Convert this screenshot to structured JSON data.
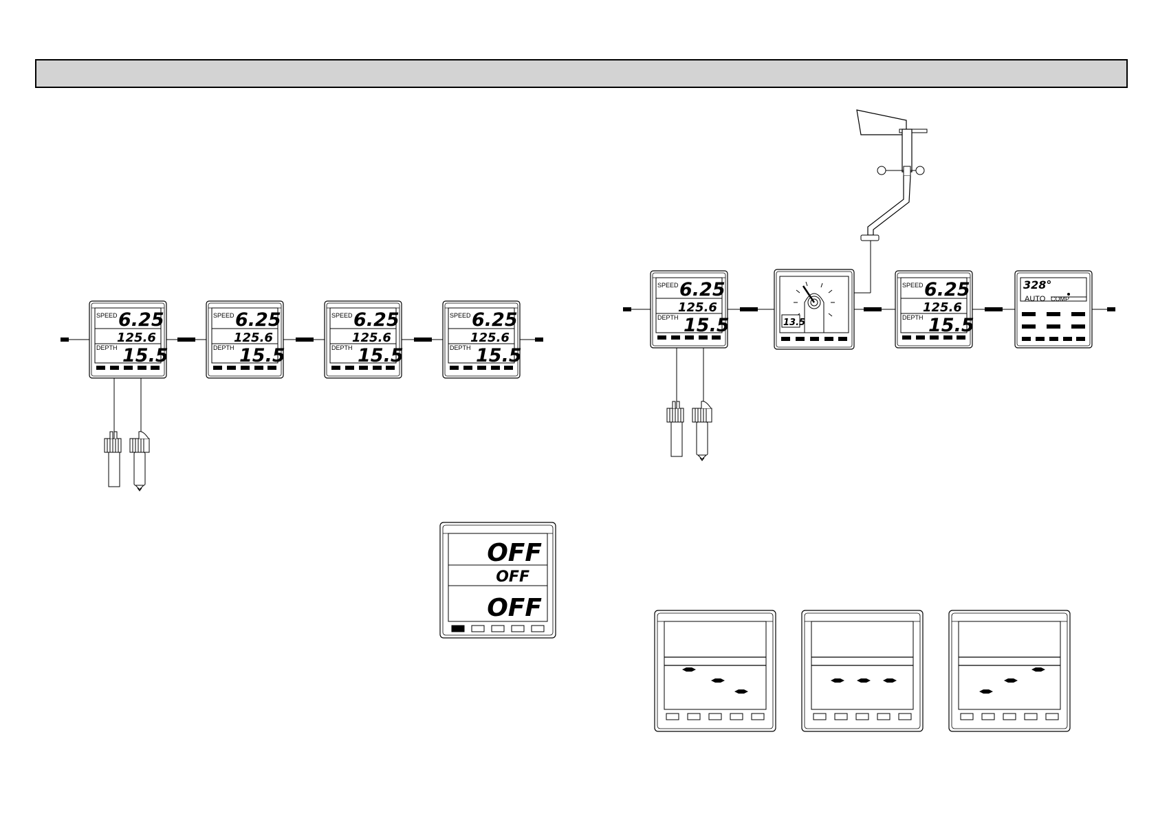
{
  "header": {
    "title": ""
  },
  "instrument": {
    "speed_label": "SPEED",
    "speed_value": "6.25",
    "log_value": "125.6",
    "depth_label": "DEPTH",
    "depth_value": "15.5"
  },
  "off_display": {
    "line1": "OFF",
    "line2": "OFF",
    "line3": "OFF"
  },
  "wind_display": {
    "value": "13.5"
  },
  "autopilot": {
    "heading": "328°",
    "mode": "AUTO",
    "submode": "COMP"
  },
  "colors": {
    "header_fill": "#d3d3d3",
    "line": "#000000",
    "background": "#ffffff"
  }
}
